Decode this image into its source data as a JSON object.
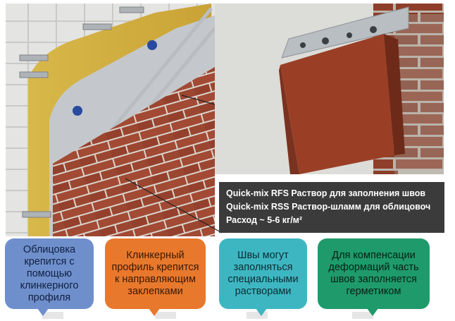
{
  "panel": {
    "line1": "Quick-mix RFS Раствор для заполнения швов",
    "line2": "Quick-mix RSS Раствор-шламм для облицовоч",
    "line3": "Расход ~ 5-6 кг/м²"
  },
  "callouts": [
    {
      "text": "Облицовка крепится с помощью клинкерного профиля",
      "color": "#6f8fcc"
    },
    {
      "text": "Клинкерный профиль крепится к направляющим заклепками",
      "color": "#e8782c"
    },
    {
      "text": "Швы могут заполняться специальными растворами",
      "color": "#3eb6c2"
    },
    {
      "text": "Для компенсации деформаций часть швов заполняется герметиком",
      "color": "#1f9a6b"
    }
  ]
}
